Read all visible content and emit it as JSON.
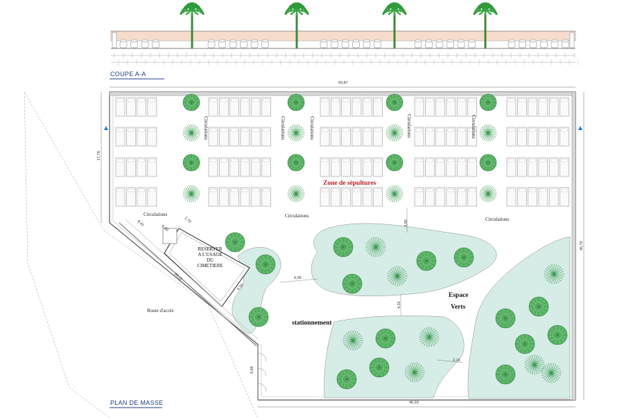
{
  "section": {
    "title": "COUPE A-A"
  },
  "plan": {
    "title": "PLAN DE MASSE"
  },
  "labels": {
    "zone": "Zone de sépultures",
    "circulations": "Circulations",
    "reserve": [
      "RESERVER",
      "A L'USAGE",
      "DU",
      "CIMETIERE"
    ],
    "espace": "Espace",
    "verts": "Verts",
    "stationnement": "stationnement",
    "route": "Route d'accès"
  },
  "dimensions": {
    "top_width": "69,87",
    "left_height": "17,78",
    "right_height": "45,70",
    "bottom_width": "46,93",
    "diag_long": "29,12",
    "d1": "8,41",
    "d2": "6,50",
    "d3": "1,70",
    "d4": "6,50",
    "d5": "9,69",
    "d6": "6,05",
    "d7": "4,31",
    "d8": "2,16",
    "d9": "3,00"
  },
  "colors": {
    "green_space": "#d6ece7",
    "tree": "#3a9a50",
    "title_blue": "#1f3d8a",
    "zone_red": "#c0181d",
    "section_band": "#f6dccb"
  }
}
